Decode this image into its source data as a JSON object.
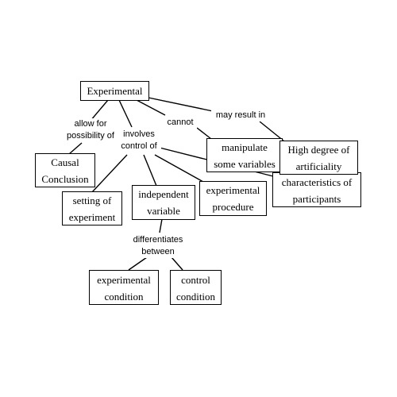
{
  "concept_map": {
    "nodes": {
      "experimental": "Experimental",
      "causal_conclusion": [
        "Causal",
        "Conclusion"
      ],
      "setting_of_experiment": [
        "setting of",
        "experiment"
      ],
      "independent_variable": [
        "independent",
        "variable"
      ],
      "experimental_procedure": [
        "experimental",
        "procedure"
      ],
      "manipulate_some_variables": [
        "manipulate",
        "some variables"
      ],
      "high_degree_of_artificiality": [
        "High degree of",
        "artificiality"
      ],
      "characteristics_of_participants": [
        "characteristics of",
        "participants"
      ],
      "experimental_condition": [
        "experimental",
        "condition"
      ],
      "control_condition": [
        "control",
        "condition"
      ]
    },
    "links": {
      "allow_for_possibility_of": [
        "allow for",
        "possibility of"
      ],
      "involves_control_of": [
        "involves",
        "control of"
      ],
      "cannot": "cannot",
      "may_result_in": "may result in",
      "differentiates_between": [
        "differentiates",
        "between"
      ]
    }
  }
}
